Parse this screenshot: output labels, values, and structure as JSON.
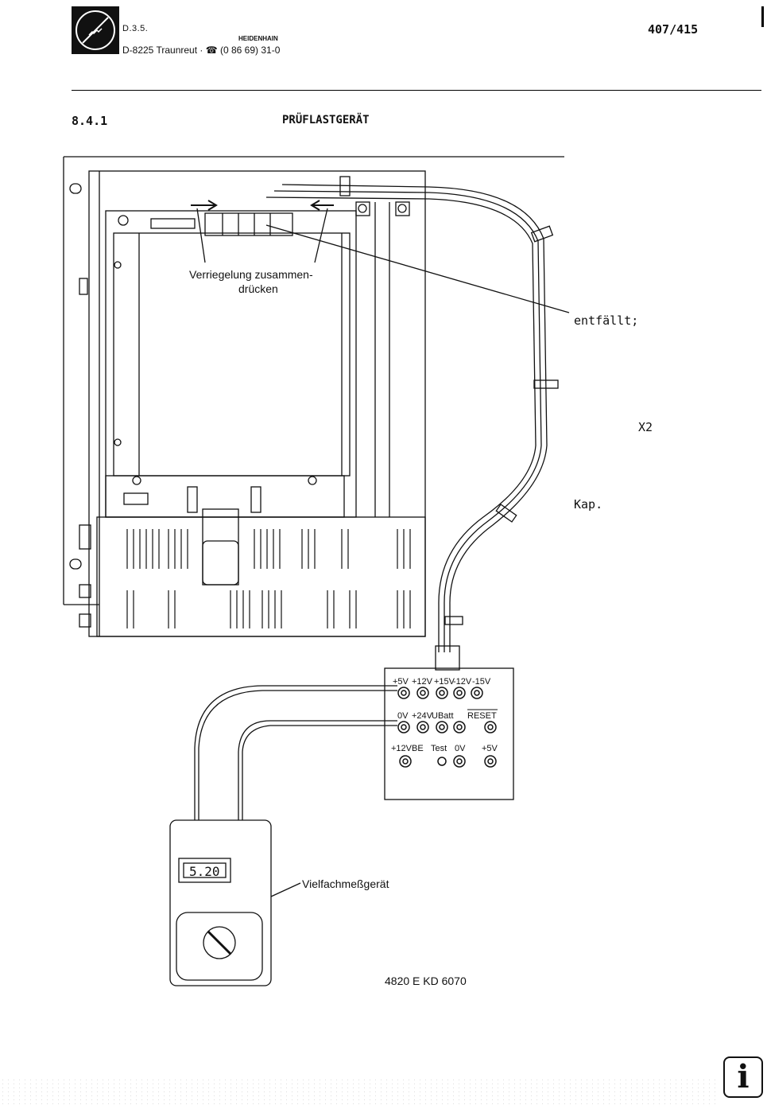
{
  "header": {
    "brand_line": "D.3.5.",
    "brand_name": "HEIDENHAIN",
    "address": "D-8225 Traunreut · ☎ (0 86 69) 31-0",
    "doc_number": "407/415"
  },
  "section": {
    "number": "8.4.1",
    "title": "PRÜFLASTGERÄT"
  },
  "notes": {
    "entfaellt": "entfällt;",
    "x2": "X2",
    "kap": "Kap."
  },
  "diagram": {
    "lock_label_line1": "Verriegelung zusammen-",
    "lock_label_line2": "drücken",
    "meter_label": "Vielfachmeßgerät",
    "meter_display": "5.20",
    "drawing_code": "4820 E KD 6070",
    "test_box": {
      "row1": [
        "+5V",
        "+12V",
        "+15V",
        "-12V",
        "-15V"
      ],
      "row2": [
        "0V",
        "+24V",
        "UBatt",
        "RESET"
      ],
      "row3": [
        "+12VBE",
        "Test",
        "0V",
        "+5V"
      ]
    }
  },
  "icons": {
    "info": "i"
  }
}
